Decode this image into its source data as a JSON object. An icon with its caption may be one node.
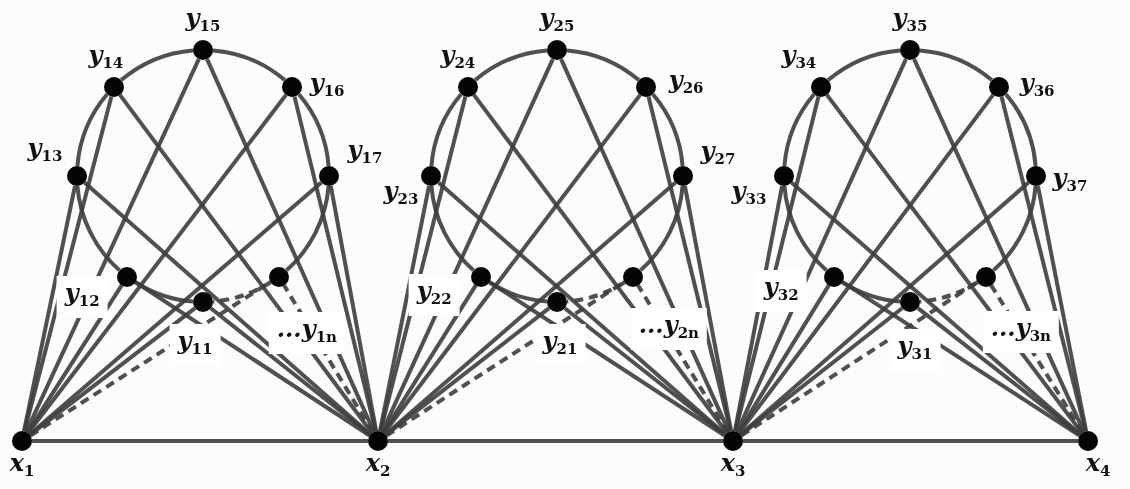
{
  "diagram": {
    "nodes": [
      {
        "text": [],
        "shape": "circle",
        "beside": [
          "x$_{1}$"
        ]
      },
      {
        "text": [],
        "shape": "circle",
        "beside": [
          "x$_{2}$"
        ]
      },
      {
        "text": [],
        "shape": "circle",
        "beside": [
          "x$_{3}$"
        ]
      },
      {
        "text": [],
        "shape": "circle",
        "beside": [
          "x$_{4}$"
        ]
      },
      {
        "text": [],
        "shape": "circle",
        "beside": [
          "y$_{11}$"
        ]
      },
      {
        "text": [],
        "shape": "circle",
        "beside": [
          "y$_{12}$"
        ]
      },
      {
        "text": [],
        "shape": "circle",
        "beside": [
          "y$_{13}$"
        ]
      },
      {
        "text": [],
        "shape": "circle",
        "beside": [
          "y$_{14}$"
        ]
      },
      {
        "text": [],
        "shape": "circle",
        "beside": [
          "y$_{15}$"
        ]
      },
      {
        "text": [],
        "shape": "circle",
        "beside": [
          "y$_{16}$"
        ]
      },
      {
        "text": [],
        "shape": "circle",
        "beside": [
          "y$_{17}$"
        ]
      },
      {
        "text": [],
        "shape": "circle",
        "beside": [
          "...y$_{1n}$"
        ]
      },
      {
        "text": [],
        "shape": "circle",
        "beside": [
          "y$_{21}$"
        ]
      },
      {
        "text": [],
        "shape": "circle",
        "beside": [
          "y$_{22}$"
        ]
      },
      {
        "text": [],
        "shape": "circle",
        "beside": [
          "y$_{23}$"
        ]
      },
      {
        "text": [],
        "shape": "circle",
        "beside": [
          "y$_{24}$"
        ]
      },
      {
        "text": [],
        "shape": "circle",
        "beside": [
          "y$_{25}$"
        ]
      },
      {
        "text": [],
        "shape": "circle",
        "beside": [
          "y$_{26}$"
        ]
      },
      {
        "text": [],
        "shape": "circle",
        "beside": [
          "y$_{27}$"
        ]
      },
      {
        "text": [],
        "shape": "circle",
        "beside": [
          "...y$_{2n}$"
        ]
      },
      {
        "text": [],
        "shape": "circle",
        "beside": [
          "y$_{31}$"
        ]
      },
      {
        "text": [],
        "shape": "circle",
        "beside": [
          "y$_{32}$"
        ]
      },
      {
        "text": [],
        "shape": "circle",
        "beside": [
          "y$_{33}$"
        ]
      },
      {
        "text": [],
        "shape": "circle",
        "beside": [
          "y$_{34}$"
        ]
      },
      {
        "text": [],
        "shape": "circle",
        "beside": [
          "y$_{35}$"
        ]
      },
      {
        "text": [],
        "shape": "circle",
        "beside": [
          "y$_{36}$"
        ]
      },
      {
        "text": [],
        "shape": "circle",
        "beside": [
          "y$_{37}$"
        ]
      },
      {
        "text": [],
        "shape": "circle",
        "beside": [
          "...y$_{3n}$"
        ]
      }
    ],
    "edges": [
      {
        "from": 0,
        "to": 1,
        "arrow": "none"
      },
      {
        "from": 1,
        "to": 2,
        "arrow": "none"
      },
      {
        "from": 2,
        "to": 3,
        "arrow": "none"
      },
      {
        "from": 4,
        "to": 5,
        "arrow": "none"
      },
      {
        "from": 5,
        "to": 6,
        "arrow": "none"
      },
      {
        "from": 6,
        "to": 7,
        "arrow": "none"
      },
      {
        "from": 7,
        "to": 8,
        "arrow": "none"
      },
      {
        "from": 8,
        "to": 9,
        "arrow": "none"
      },
      {
        "from": 9,
        "to": 10,
        "arrow": "none"
      },
      {
        "from": 10,
        "to": 11,
        "arrow": "none"
      },
      {
        "from": 11,
        "to": 4,
        "arrow": "none",
        "style": "dashed"
      },
      {
        "from": 0,
        "to": 4,
        "arrow": "none"
      },
      {
        "from": 0,
        "to": 5,
        "arrow": "none"
      },
      {
        "from": 0,
        "to": 6,
        "arrow": "none"
      },
      {
        "from": 0,
        "to": 7,
        "arrow": "none"
      },
      {
        "from": 0,
        "to": 8,
        "arrow": "none"
      },
      {
        "from": 0,
        "to": 9,
        "arrow": "none"
      },
      {
        "from": 0,
        "to": 10,
        "arrow": "none"
      },
      {
        "from": 0,
        "to": 11,
        "arrow": "none",
        "style": "dashed"
      },
      {
        "from": 1,
        "to": 4,
        "arrow": "none"
      },
      {
        "from": 1,
        "to": 5,
        "arrow": "none"
      },
      {
        "from": 1,
        "to": 6,
        "arrow": "none"
      },
      {
        "from": 1,
        "to": 7,
        "arrow": "none"
      },
      {
        "from": 1,
        "to": 8,
        "arrow": "none"
      },
      {
        "from": 1,
        "to": 9,
        "arrow": "none"
      },
      {
        "from": 1,
        "to": 10,
        "arrow": "none"
      },
      {
        "from": 1,
        "to": 11,
        "arrow": "none",
        "style": "dashed"
      },
      {
        "from": 12,
        "to": 13,
        "arrow": "none"
      },
      {
        "from": 13,
        "to": 14,
        "arrow": "none"
      },
      {
        "from": 14,
        "to": 15,
        "arrow": "none"
      },
      {
        "from": 15,
        "to": 16,
        "arrow": "none"
      },
      {
        "from": 16,
        "to": 17,
        "arrow": "none"
      },
      {
        "from": 17,
        "to": 18,
        "arrow": "none"
      },
      {
        "from": 18,
        "to": 19,
        "arrow": "none"
      },
      {
        "from": 19,
        "to": 12,
        "arrow": "none",
        "style": "dashed"
      },
      {
        "from": 1,
        "to": 12,
        "arrow": "none"
      },
      {
        "from": 1,
        "to": 13,
        "arrow": "none"
      },
      {
        "from": 1,
        "to": 14,
        "arrow": "none"
      },
      {
        "from": 1,
        "to": 15,
        "arrow": "none"
      },
      {
        "from": 1,
        "to": 16,
        "arrow": "none"
      },
      {
        "from": 1,
        "to": 17,
        "arrow": "none"
      },
      {
        "from": 1,
        "to": 18,
        "arrow": "none"
      },
      {
        "from": 1,
        "to": 19,
        "arrow": "none",
        "style": "dashed"
      },
      {
        "from": 2,
        "to": 12,
        "arrow": "none"
      },
      {
        "from": 2,
        "to": 13,
        "arrow": "none"
      },
      {
        "from": 2,
        "to": 14,
        "arrow": "none"
      },
      {
        "from": 2,
        "to": 15,
        "arrow": "none"
      },
      {
        "from": 2,
        "to": 16,
        "arrow": "none"
      },
      {
        "from": 2,
        "to": 17,
        "arrow": "none"
      },
      {
        "from": 2,
        "to": 18,
        "arrow": "none"
      },
      {
        "from": 2,
        "to": 19,
        "arrow": "none",
        "style": "dashed"
      },
      {
        "from": 20,
        "to": 21,
        "arrow": "none"
      },
      {
        "from": 21,
        "to": 22,
        "arrow": "none"
      },
      {
        "from": 22,
        "to": 23,
        "arrow": "none"
      },
      {
        "from": 23,
        "to": 24,
        "arrow": "none"
      },
      {
        "from": 24,
        "to": 25,
        "arrow": "none"
      },
      {
        "from": 25,
        "to": 26,
        "arrow": "none"
      },
      {
        "from": 26,
        "to": 27,
        "arrow": "none"
      },
      {
        "from": 27,
        "to": 20,
        "arrow": "none",
        "style": "dashed"
      },
      {
        "from": 2,
        "to": 20,
        "arrow": "none"
      },
      {
        "from": 2,
        "to": 21,
        "arrow": "none"
      },
      {
        "from": 2,
        "to": 22,
        "arrow": "none"
      },
      {
        "from": 2,
        "to": 23,
        "arrow": "none"
      },
      {
        "from": 2,
        "to": 24,
        "arrow": "none"
      },
      {
        "from": 2,
        "to": 25,
        "arrow": "none"
      },
      {
        "from": 2,
        "to": 26,
        "arrow": "none"
      },
      {
        "from": 2,
        "to": 27,
        "arrow": "none",
        "style": "dashed"
      },
      {
        "from": 3,
        "to": 20,
        "arrow": "none"
      },
      {
        "from": 3,
        "to": 21,
        "arrow": "none"
      },
      {
        "from": 3,
        "to": 22,
        "arrow": "none"
      },
      {
        "from": 3,
        "to": 23,
        "arrow": "none"
      },
      {
        "from": 3,
        "to": 24,
        "arrow": "none"
      },
      {
        "from": 3,
        "to": 25,
        "arrow": "none"
      },
      {
        "from": 3,
        "to": 26,
        "arrow": "none"
      },
      {
        "from": 3,
        "to": 27,
        "arrow": "none",
        "style": "dashed"
      }
    ]
  }
}
